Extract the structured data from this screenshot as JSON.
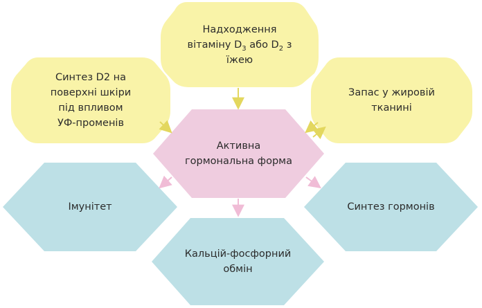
{
  "colors": {
    "yellow": "#f9f3a8",
    "pink": "#efccdf",
    "blue": "#bde0e6",
    "arrow_yellow": "#e3d75e",
    "arrow_pink": "#f0bcd6"
  },
  "nodes": {
    "intake": {
      "line1": "Надходження",
      "line2_pre": "вітаміну D",
      "line2_sub1": "3",
      "line2_mid": " або D",
      "line2_sub2": "2",
      "line2_post": " з",
      "line3": "їжею"
    },
    "synthesis": {
      "lines": [
        "Синтез D2 на",
        "поверхні шкіри",
        "під впливом",
        "УФ-променів"
      ]
    },
    "storage": {
      "lines": [
        "Запас у жировій",
        "тканині"
      ]
    },
    "active": {
      "lines": [
        "Активна",
        "гормональна форма"
      ]
    },
    "immunity": {
      "lines": [
        "Імунітет"
      ]
    },
    "hormones": {
      "lines": [
        "Синтез гормонів"
      ]
    },
    "calcium": {
      "lines": [
        "Кальцій-фосфорний",
        "обмін"
      ]
    }
  }
}
